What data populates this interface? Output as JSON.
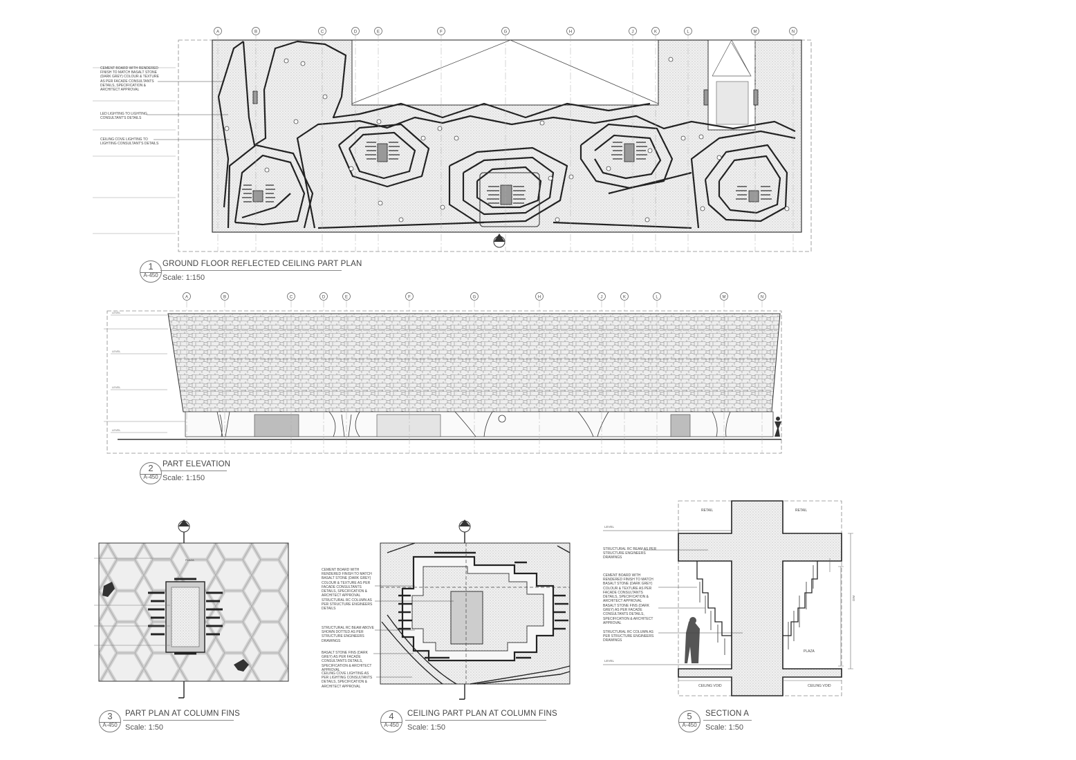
{
  "grid_lines": {
    "plan": [
      "A",
      "B",
      "C",
      "D",
      "E",
      "F",
      "G",
      "H",
      "J",
      "K",
      "L",
      "M",
      "N"
    ],
    "elevation": [
      "A",
      "B",
      "C",
      "D",
      "E",
      "F",
      "G",
      "H",
      "J",
      "K",
      "L",
      "M",
      "N"
    ]
  },
  "views": [
    {
      "num": "1",
      "sheet": "A-450",
      "title": "GROUND FLOOR REFLECTED CEILING PART PLAN",
      "scale": "Scale: 1:150"
    },
    {
      "num": "2",
      "sheet": "A-450",
      "title": "PART ELEVATION",
      "scale": "Scale: 1:150"
    },
    {
      "num": "3",
      "sheet": "A-450",
      "title": "PART PLAN AT COLUMN FINS",
      "scale": "Scale: 1:50"
    },
    {
      "num": "4",
      "sheet": "A-450",
      "title": "CEILING PART PLAN AT COLUMN FINS",
      "scale": "Scale: 1:50"
    },
    {
      "num": "5",
      "sheet": "A-450",
      "title": "SECTION A",
      "scale": "Scale: 1:50"
    }
  ],
  "plan_notes": [
    "CEMENT BOARD WITH RENDERED FINISH TO MATCH BASALT STONE (DARK GREY) COLOUR & TEXTURE AS PER FACADE CONSULTANTS DETAILS, SPECIFICATION & ARCHITECT APPROVAL",
    "LED LIGHTING TO LIGHTING CONSULTANT'S DETAILS",
    "CEILING COVE LIGHTING TO LIGHTING CONSULTANT'S DETAILS"
  ],
  "ceiling_notes": [
    "CEMENT BOARD WITH RENDERED FINISH TO MATCH BASALT STONE (DARK GREY) COLOUR & TEXTURE AS PER FACADE CONSULTANTS DETAILS, SPECIFICATION & ARCHITECT APPROVAL",
    "STRUCTURAL RC COLUMN AS PER STRUCTURE ENGINEERS DETAILS",
    "STRUCTURAL RC BEAM ABOVE SHOWN DOTTED AS PER STRUCTURE ENGINEERS DRAWINGS",
    "BASALT STONE FINS (DARK GREY) AS PER FACADE CONSULTANTS DETAILS, SPECIFICATION & ARCHITECT APPROVAL",
    "CEILING COVE LIGHTING AS PER LIGHTING CONSULTANTS DETAILS, SPECIFICATION & ARCHITECT APPROVAL"
  ],
  "section_notes": [
    "STRUCTURAL RC BEAM AS PER STRUCTURE ENGINEERS DRAWINGS",
    "CEMENT BOARD WITH RENDERED FINISH TO MATCH BASALT STONE (DARK GREY) COLOUR & TEXTURE AS PER FACADE CONSULTANTS DETAILS, SPECIFICATION & ARCHITECT APPROVAL",
    "BASALT STONE FINS (DARK GREY) AS PER FACADE CONSULTANTS DETAILS, SPECIFICATION & ARCHITECT APPROVAL",
    "STRUCTURAL RC COLUMN AS PER STRUCTURE ENGINEERS DRAWINGS"
  ],
  "section_labels": {
    "retail_left": "RETAIL",
    "retail_right": "RETAIL",
    "plaza": "PLAZA",
    "ceiling_void_left": "CEILING VOID",
    "ceiling_void_right": "CEILING VOID"
  },
  "plaza_label": "PLAZA",
  "colors": {
    "line": "#333333",
    "fill": "#e6e6e6",
    "column": "#c8c8c8",
    "hatch": "#bdbdbd"
  }
}
